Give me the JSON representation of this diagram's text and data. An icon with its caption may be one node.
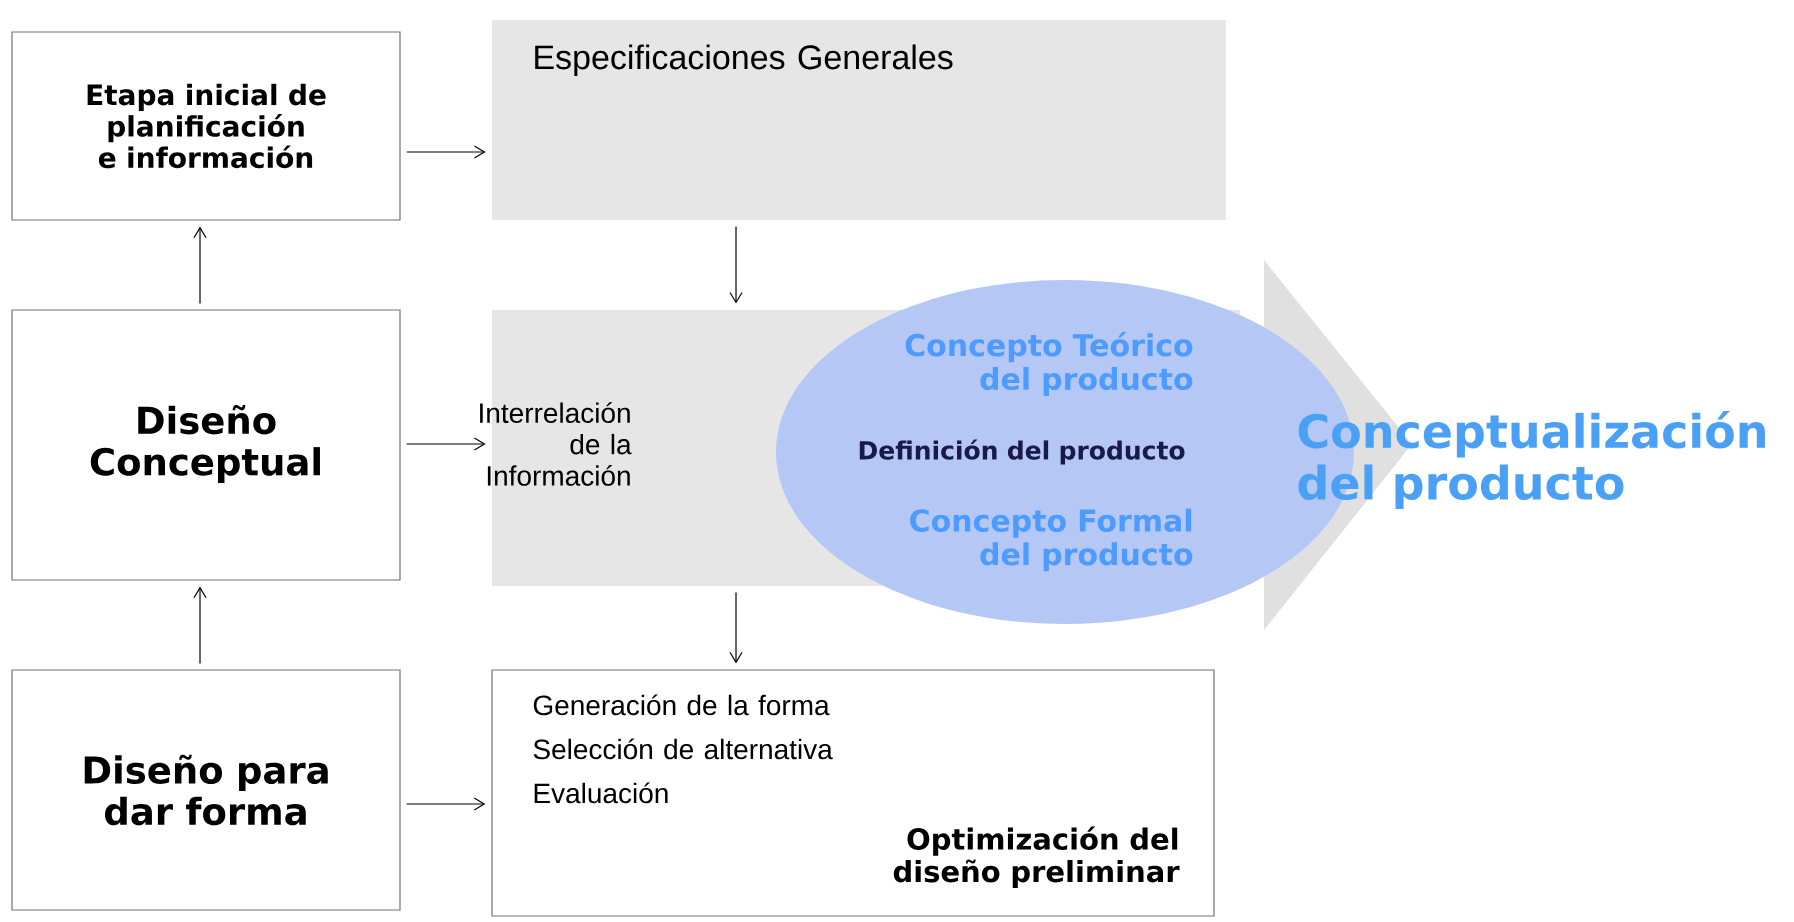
{
  "diagram": {
    "nodes": [
      {
        "text": [
          "Etapa inicial de planificación e información"
        ]
      },
      {
        "text": [
          "Especificaciones Generales"
        ]
      },
      {
        "text": [
          "Diseño Conceptual"
        ]
      },
      {
        "text": [
          "Interrelación de la Información"
        ]
      },
      {
        "text": [
          "Concepto Teórico del producto",
          "Definición del producto",
          "Concepto Formal del producto"
        ]
      },
      {
        "text": [
          "Conceptualización del producto"
        ]
      },
      {
        "text": [
          "Diseño para dar forma"
        ]
      },
      {
        "text": [
          "Generación de la forma",
          "Selección de alternativa",
          "Evaluación",
          "Optimización del diseño preliminar"
        ]
      }
    ],
    "edges": [
      {
        "from": 0,
        "to": 1,
        "arrow": "to"
      },
      {
        "from": 2,
        "to": 0,
        "arrow": "to"
      },
      {
        "from": 1,
        "to": 3,
        "arrow": "to"
      },
      {
        "from": 2,
        "to": 3,
        "arrow": "to"
      },
      {
        "from": 6,
        "to": 2,
        "arrow": "to"
      },
      {
        "from": 3,
        "to": 7,
        "arrow": "to"
      },
      {
        "from": 6,
        "to": 7,
        "arrow": "to"
      }
    ]
  }
}
